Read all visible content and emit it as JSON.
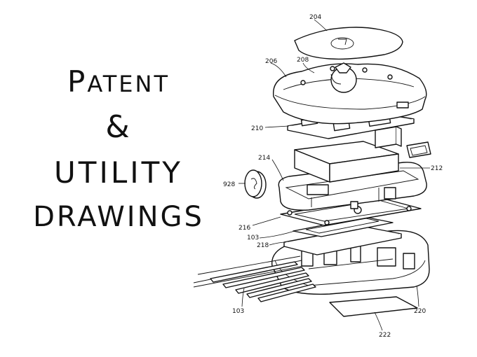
{
  "title": {
    "line1_first": "P",
    "line1_rest": "ATENT",
    "line2": "&",
    "line3": "UTILITY",
    "line4": "DRAWINGS"
  },
  "reference_numerals": {
    "r204": "204",
    "r206": "206",
    "r208": "208",
    "r210": "210",
    "r214": "214",
    "r212": "212",
    "r928": "928",
    "r216": "216",
    "r103a": "103",
    "r218": "218",
    "r103b": "103",
    "r220": "220",
    "r222": "222"
  },
  "colors": {
    "ink": "#111111",
    "paper": "#ffffff"
  }
}
